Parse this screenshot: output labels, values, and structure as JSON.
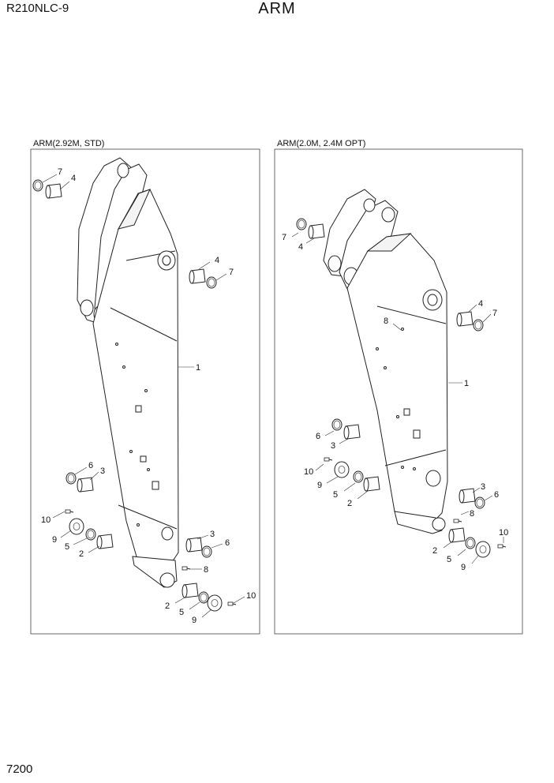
{
  "header": {
    "model": "R210NLC-9",
    "title": "ARM"
  },
  "footer": {
    "page_number": "7200"
  },
  "panels": [
    {
      "label": "ARM(2.92M, STD)",
      "callouts": [
        "7",
        "4",
        "4",
        "7",
        "1",
        "6",
        "3",
        "10",
        "9",
        "5",
        "2",
        "3",
        "6",
        "8",
        "2",
        "5",
        "9",
        "10"
      ]
    },
    {
      "label": "ARM(2.0M, 2.4M OPT)",
      "callouts": [
        "7",
        "4",
        "4",
        "7",
        "8",
        "1",
        "6",
        "3",
        "10",
        "9",
        "5",
        "2",
        "3",
        "6",
        "8",
        "2",
        "5",
        "9",
        "10"
      ]
    }
  ]
}
